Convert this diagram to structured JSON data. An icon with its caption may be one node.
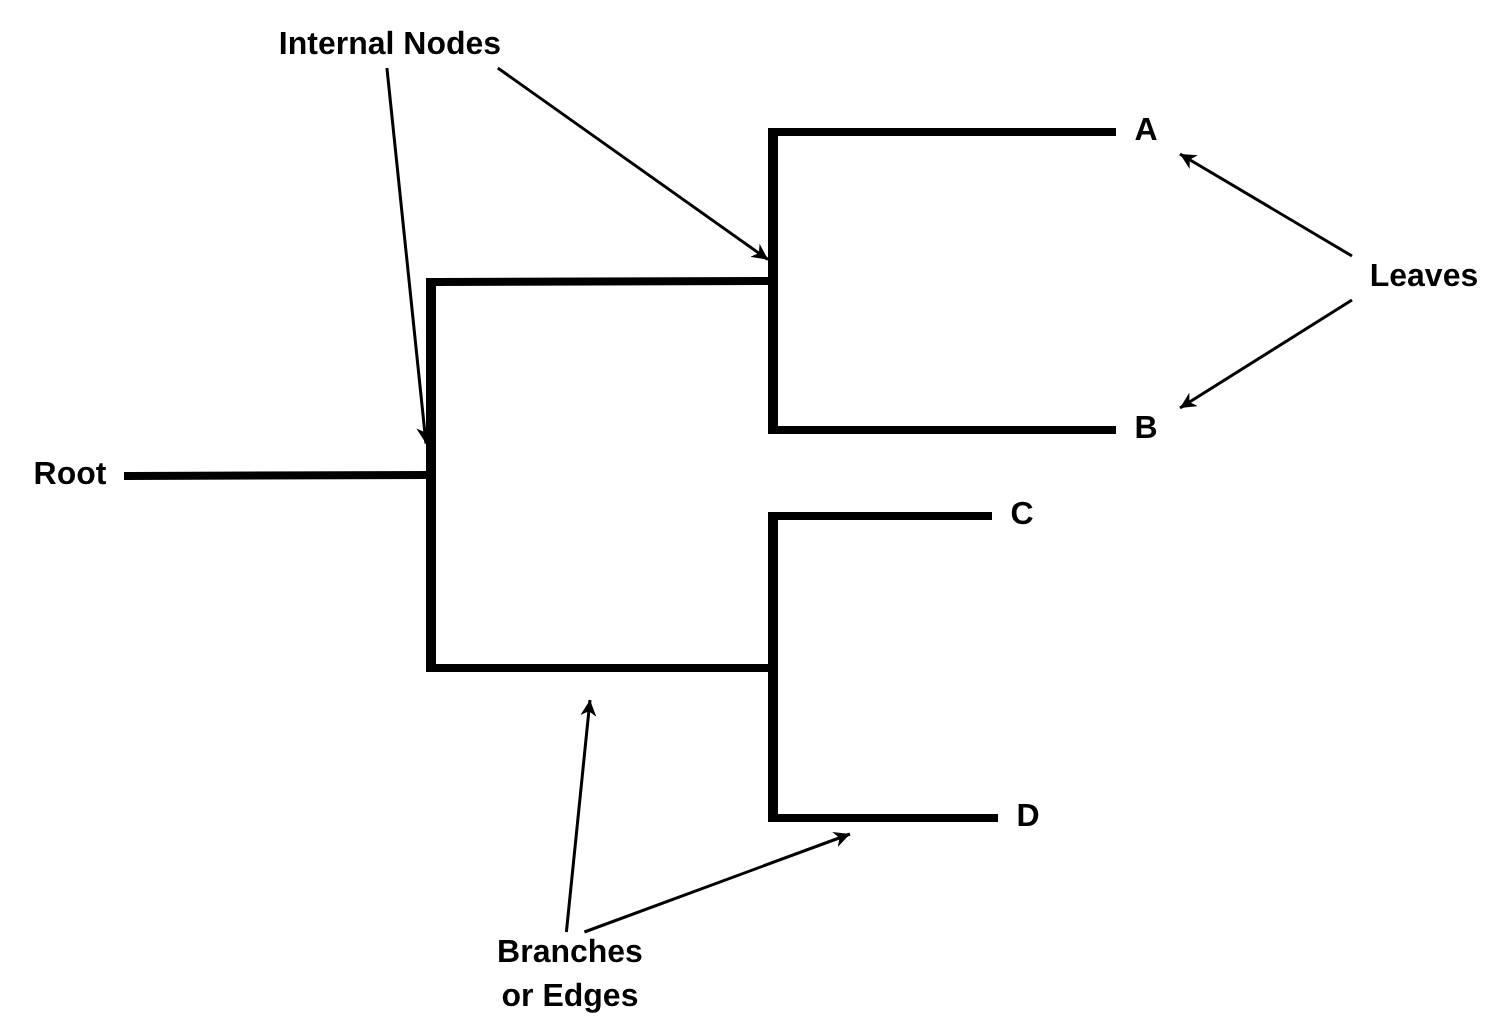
{
  "diagram": {
    "nodes": [
      {
        "text": [
          "Internal Nodes"
        ]
      },
      {
        "text": [],
        "shape": "bar"
      },
      {
        "text": [
          "A"
        ]
      },
      {
        "text": [
          "Leaves"
        ]
      },
      {
        "text": [
          "B"
        ]
      },
      {
        "text": [
          "Root"
        ]
      },
      {
        "text": [],
        "shape": "bar"
      },
      {
        "text": [],
        "shape": "bar"
      },
      {
        "text": [
          "C"
        ]
      },
      {
        "text": [
          "D"
        ]
      },
      {
        "text": [
          "Branches or Edges"
        ]
      }
    ],
    "edges": [
      {
        "from": 5,
        "to": 6,
        "arrow": "none"
      },
      {
        "from": 6,
        "to": 1,
        "arrow": "none"
      },
      {
        "from": 6,
        "to": 7,
        "arrow": "none"
      },
      {
        "from": 1,
        "to": 2,
        "arrow": "none"
      },
      {
        "from": 1,
        "to": 4,
        "arrow": "none"
      },
      {
        "from": 7,
        "to": 8,
        "arrow": "none"
      },
      {
        "from": 7,
        "to": 9,
        "arrow": "none"
      },
      {
        "from": 0,
        "to": 6,
        "arrow": "to"
      },
      {
        "from": 0,
        "to": 1,
        "arrow": "to"
      },
      {
        "from": 3,
        "to": 2,
        "arrow": "to"
      },
      {
        "from": 3,
        "to": 4,
        "arrow": "to"
      },
      {
        "from": 10,
        "to": null,
        "arrow": "to"
      },
      {
        "from": 10,
        "to": null,
        "arrow": "to"
      }
    ]
  }
}
